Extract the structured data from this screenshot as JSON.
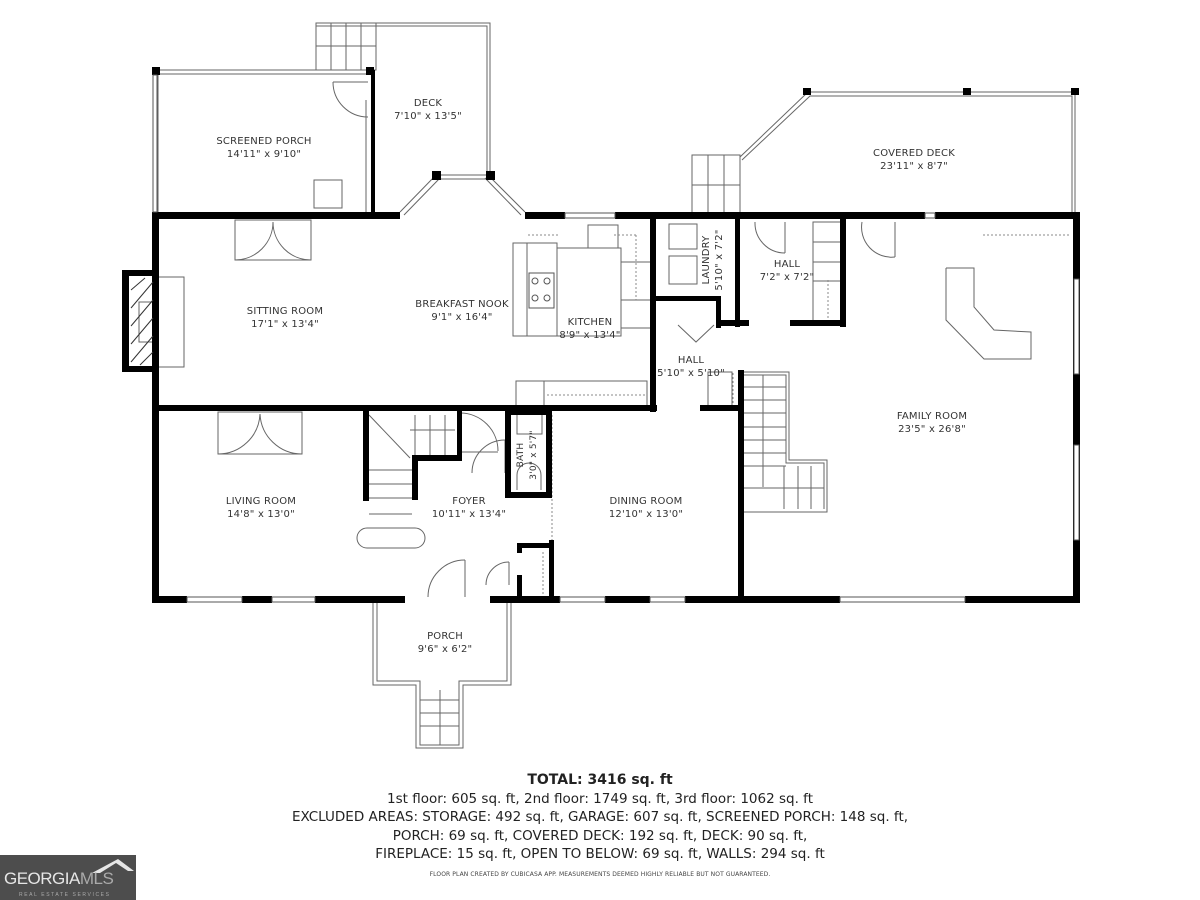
{
  "rooms": {
    "screened_porch": {
      "name": "SCREENED PORCH",
      "dims": "14'11\" x 9'10\""
    },
    "deck": {
      "name": "DECK",
      "dims": "7'10\" x 13'5\""
    },
    "covered_deck": {
      "name": "COVERED DECK",
      "dims": "23'11\" x 8'7\""
    },
    "sitting_room": {
      "name": "SITTING ROOM",
      "dims": "17'1\" x 13'4\""
    },
    "breakfast_nook": {
      "name": "BREAKFAST NOOK",
      "dims": "9'1\" x 16'4\""
    },
    "kitchen": {
      "name": "KITCHEN",
      "dims": "8'9\" x 13'4\""
    },
    "laundry": {
      "name": "LAUNDRY",
      "dims": "5'10\" x 7'2\""
    },
    "hall_upper": {
      "name": "HALL",
      "dims": "7'2\" x 7'2\""
    },
    "hall_center": {
      "name": "HALL",
      "dims": "5'10\" x 5'10\""
    },
    "family_room": {
      "name": "FAMILY ROOM",
      "dims": "23'5\" x 26'8\""
    },
    "living_room": {
      "name": "LIVING ROOM",
      "dims": "14'8\" x 13'0\""
    },
    "foyer": {
      "name": "FOYER",
      "dims": "10'11\" x 13'4\""
    },
    "bath": {
      "name": "BATH",
      "dims": "3'0\" x 5'7\""
    },
    "dining_room": {
      "name": "DINING ROOM",
      "dims": "12'10\" x 13'0\""
    },
    "porch": {
      "name": "PORCH",
      "dims": "9'6\" x 6'2\""
    }
  },
  "summary": {
    "total": "TOTAL: 3416 sq. ft",
    "line1": "1st floor: 605 sq. ft, 2nd floor: 1749 sq. ft, 3rd floor: 1062 sq. ft",
    "line2": "EXCLUDED AREAS: STORAGE: 492 sq. ft, GARAGE: 607 sq. ft, SCREENED PORCH: 148 sq. ft,",
    "line3": "PORCH: 69 sq. ft, COVERED DECK: 192 sq. ft, DECK: 90 sq. ft,",
    "line4": "FIREPLACE: 15 sq. ft, OPEN TO BELOW: 69 sq. ft, WALLS: 294 sq. ft"
  },
  "disclaimer": "FLOOR PLAN CREATED BY CUBICASA APP. MEASUREMENTS DEEMED HIGHLY RELIABLE BUT NOT GUARANTEED.",
  "logo": {
    "name_main": "GEORGIA",
    "name_accent": "MLS",
    "tagline": "REAL ESTATE SERVICES"
  },
  "colors": {
    "wall": "#000000",
    "line": "#555555",
    "text": "#333333",
    "logo_bg": "#4d4d4d"
  }
}
